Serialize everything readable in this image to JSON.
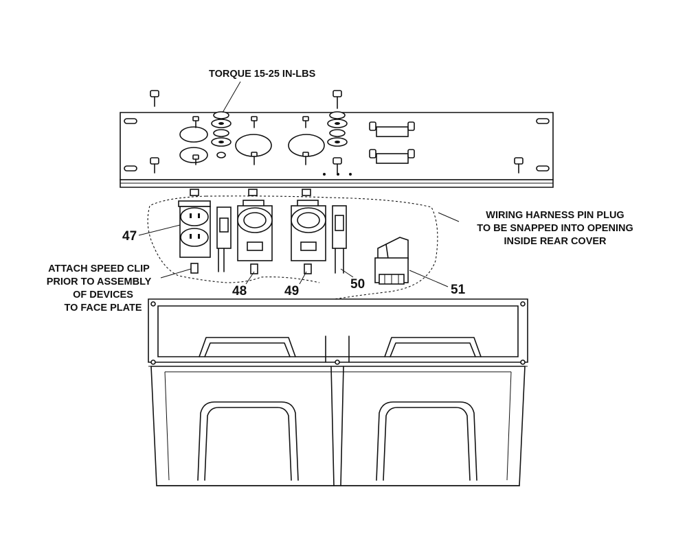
{
  "notes": {
    "torque": "TORQUE 15-25 IN-LBS",
    "harness": [
      "WIRING HARNESS PIN PLUG",
      "TO BE SNAPPED INTO OPENING",
      "INSIDE REAR COVER"
    ],
    "speed_clip": [
      "ATTACH SPEED CLIP",
      "PRIOR TO ASSEMBLY",
      "OF DEVICES",
      "TO FACE PLATE"
    ]
  },
  "callouts": {
    "p47": "47",
    "p48": "48",
    "p49": "49",
    "p50": "50",
    "p51": "51"
  }
}
